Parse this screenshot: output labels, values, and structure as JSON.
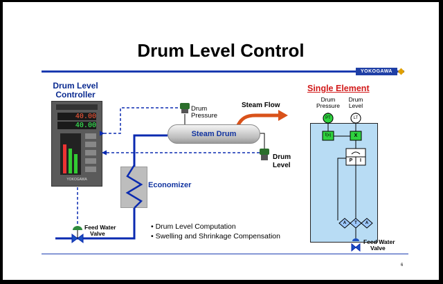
{
  "title": "Drum Level Control",
  "brand": "YOKOGAWA",
  "controller": {
    "title_line1": "Drum Level",
    "title_line2": "Controller",
    "display_top": "40.00",
    "display_bottom": "40.00",
    "brand": "YOKOGAWA"
  },
  "labels": {
    "drum_pressure_line1": "Drum",
    "drum_pressure_line2": "Pressure",
    "steam_flow": "Steam Flow",
    "steam_drum": "Steam Drum",
    "drum_level_line1": "Drum",
    "drum_level_line2": "Level",
    "economizer": "Economizer",
    "feed_water_line1": "Feed Water",
    "feed_water_line2": "Valve"
  },
  "single_element": {
    "title": "Single Element",
    "pressure_line1": "Drum",
    "pressure_line2": "Pressure",
    "level_line1": "Drum",
    "level_line2": "Level",
    "pt_tag": "PT",
    "lt_tag": "LT",
    "fx_block": "f(x)",
    "x_block": "X",
    "p_block": "P",
    "i_block": "I",
    "a_left": "A",
    "t_mid": "T",
    "a_right": "A",
    "feed_water_line1": "Feed Water",
    "feed_water_line2": "Valve"
  },
  "bullets": [
    "• Drum Level Computation",
    "• Swelling and Shrinkage Compensation"
  ],
  "page_number": "6",
  "colors": {
    "pipe_blue": "#0a2ab0",
    "steam_orange": "#d9521a",
    "title_blue": "#0a2a90",
    "accent_red": "#d21a1a",
    "panel_blue": "#b8dcf4",
    "block_green": "#2fd23f"
  }
}
